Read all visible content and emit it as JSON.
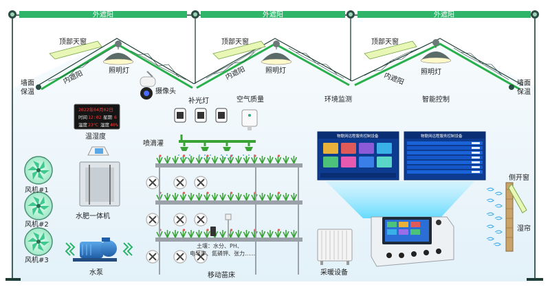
{
  "colors": {
    "shade_bar": "#2fb56a",
    "roof_green": "#27b04b",
    "frame_dark": "#1f3d36",
    "air_blue": "#e8f4fb",
    "panel_blue": "#1557c9",
    "panel_dark": "#0d3b8f",
    "beam_cyan": "#8fe6ff",
    "led_red": "#ff3b3b",
    "sprinkler_green": "#3aa335",
    "pipe_gray": "#9aa1a8",
    "fan_green": "#3fc98f"
  },
  "icons": [
    "fan-icon",
    "camera-icon",
    "lamp-icon",
    "sensor-icon",
    "pump-icon",
    "radiator-icon",
    "controller-icon",
    "sprinkler-icon",
    "valve-icon",
    "plant-icon"
  ],
  "roof": {
    "outer_shade": [
      "外遮阳",
      "外遮阳",
      "外遮阳"
    ],
    "skylight": [
      "顶部天窗",
      "顶部天窗",
      "顶部天窗"
    ],
    "inner_shade": [
      "内遮阳",
      "内遮阳",
      "内遮阳"
    ],
    "lighting": [
      "照明灯",
      "照明灯",
      "照明灯"
    ]
  },
  "walls": {
    "left_insulation": "墙面\n保温",
    "right_insulation": "墙面\n保温"
  },
  "labels": {
    "camera": "摄像头",
    "fill_light": "补光灯",
    "air_quality": "空气质量",
    "env_monitor": "环境监测",
    "smart_control": "智能控制",
    "temp_humidity": "温湿度",
    "drip_irrigation": "喷滴灌",
    "fan1": "风机#1",
    "fan2": "风机#2",
    "fan3": "风机#3",
    "water_fertilizer": "水肥一体机",
    "water_pump": "水泵",
    "mobile_bed": "移动苗床",
    "heating": "采暖设备",
    "side_window": "侧开窗",
    "wet_curtain": "湿帘",
    "soil_params_1": "土壤：水分、PH、",
    "soil_params_2": "电导率、氮磷钾、张力......"
  },
  "led_display": {
    "row1": "2022年04月02日",
    "row2_time_label": "时间",
    "row2_time": "12:02",
    "row2_week_label": "星期",
    "row2_week": "6",
    "row3_temp_label": "温度",
    "row3_temp": "23℃",
    "row3_hum_label": "湿度",
    "row3_hum": "40%"
  },
  "screen_left": {
    "title": "物联网远程服务控制设备",
    "tiles": [
      "",
      "",
      "",
      "",
      "",
      "",
      "",
      ""
    ]
  },
  "screen_right": {
    "title": "物联网远程服务控制设备"
  }
}
